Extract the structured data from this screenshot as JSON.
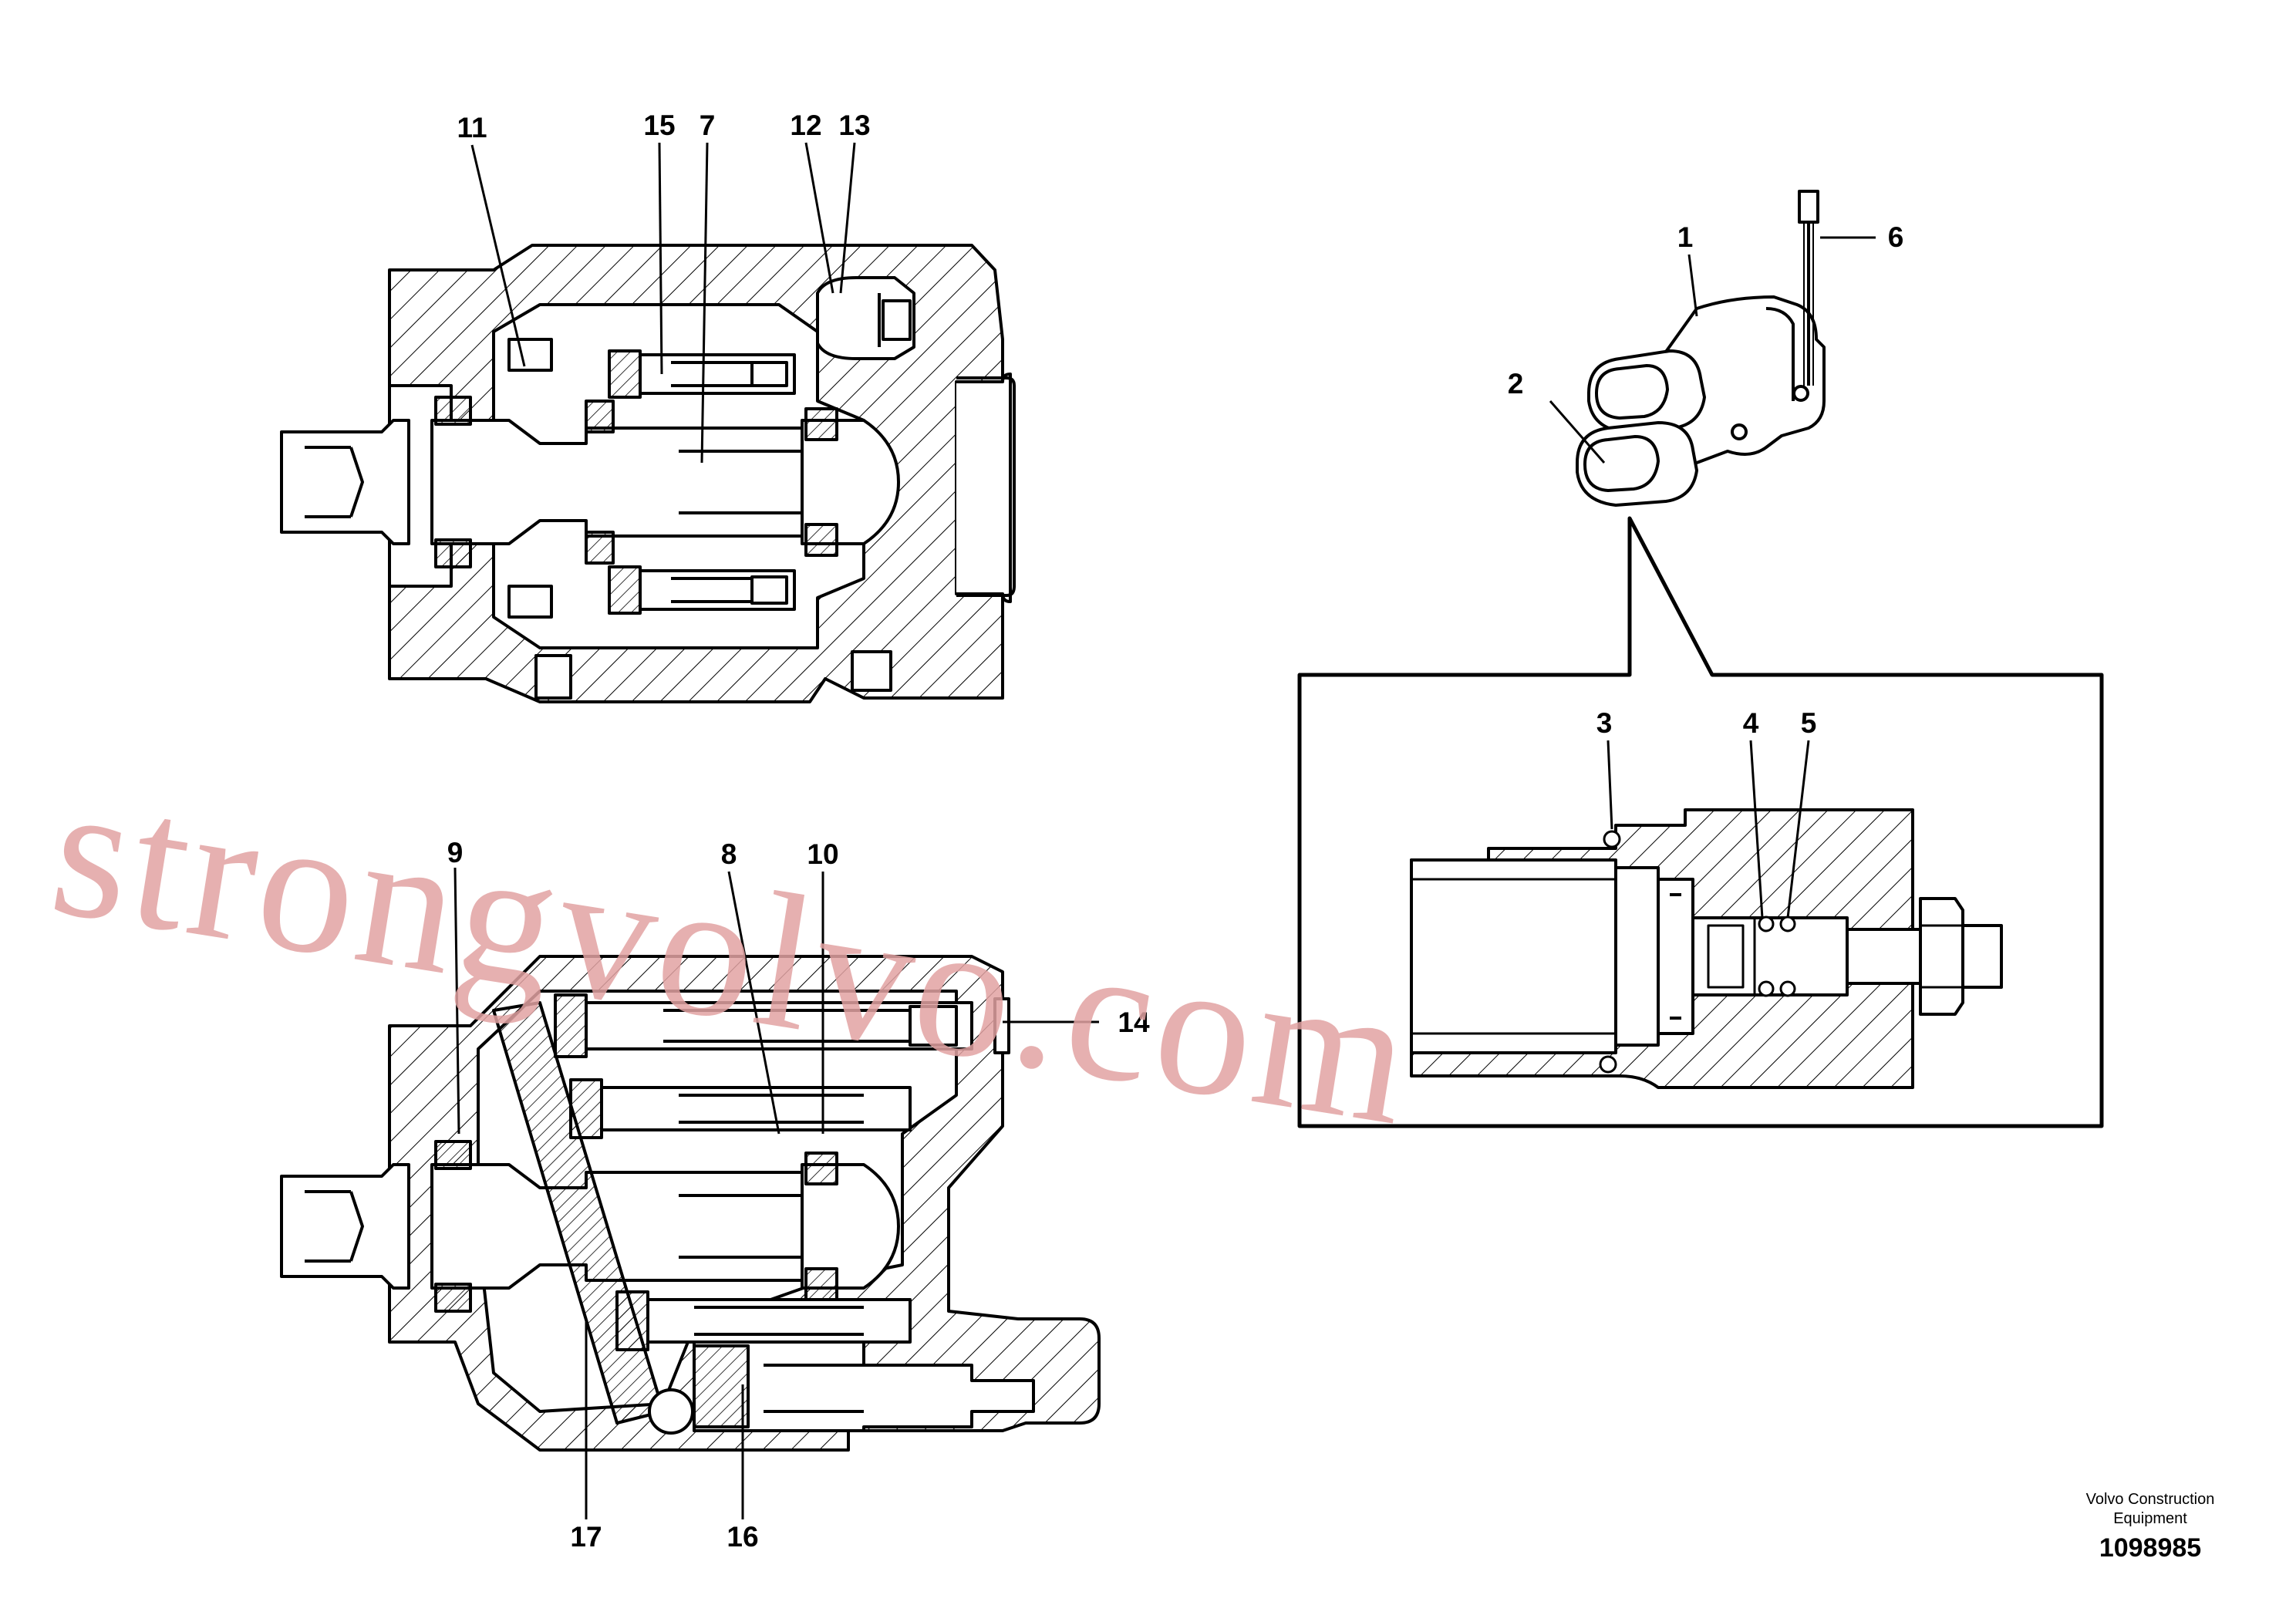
{
  "callouts": {
    "c1": "1",
    "c2": "2",
    "c3": "3",
    "c4": "4",
    "c5": "5",
    "c6": "6",
    "c7": "7",
    "c8": "8",
    "c9": "9",
    "c10": "10",
    "c11": "11",
    "c12": "12",
    "c13": "13",
    "c14": "14",
    "c15": "15",
    "c16": "16",
    "c17": "17"
  },
  "watermark": "strongvolvo.com",
  "credit": {
    "line1": "Volvo Construction",
    "line2": "Equipment"
  },
  "part_number": "1098985",
  "colors": {
    "line": "#000000",
    "watermark": "#e2a2a2",
    "background": "#ffffff"
  }
}
